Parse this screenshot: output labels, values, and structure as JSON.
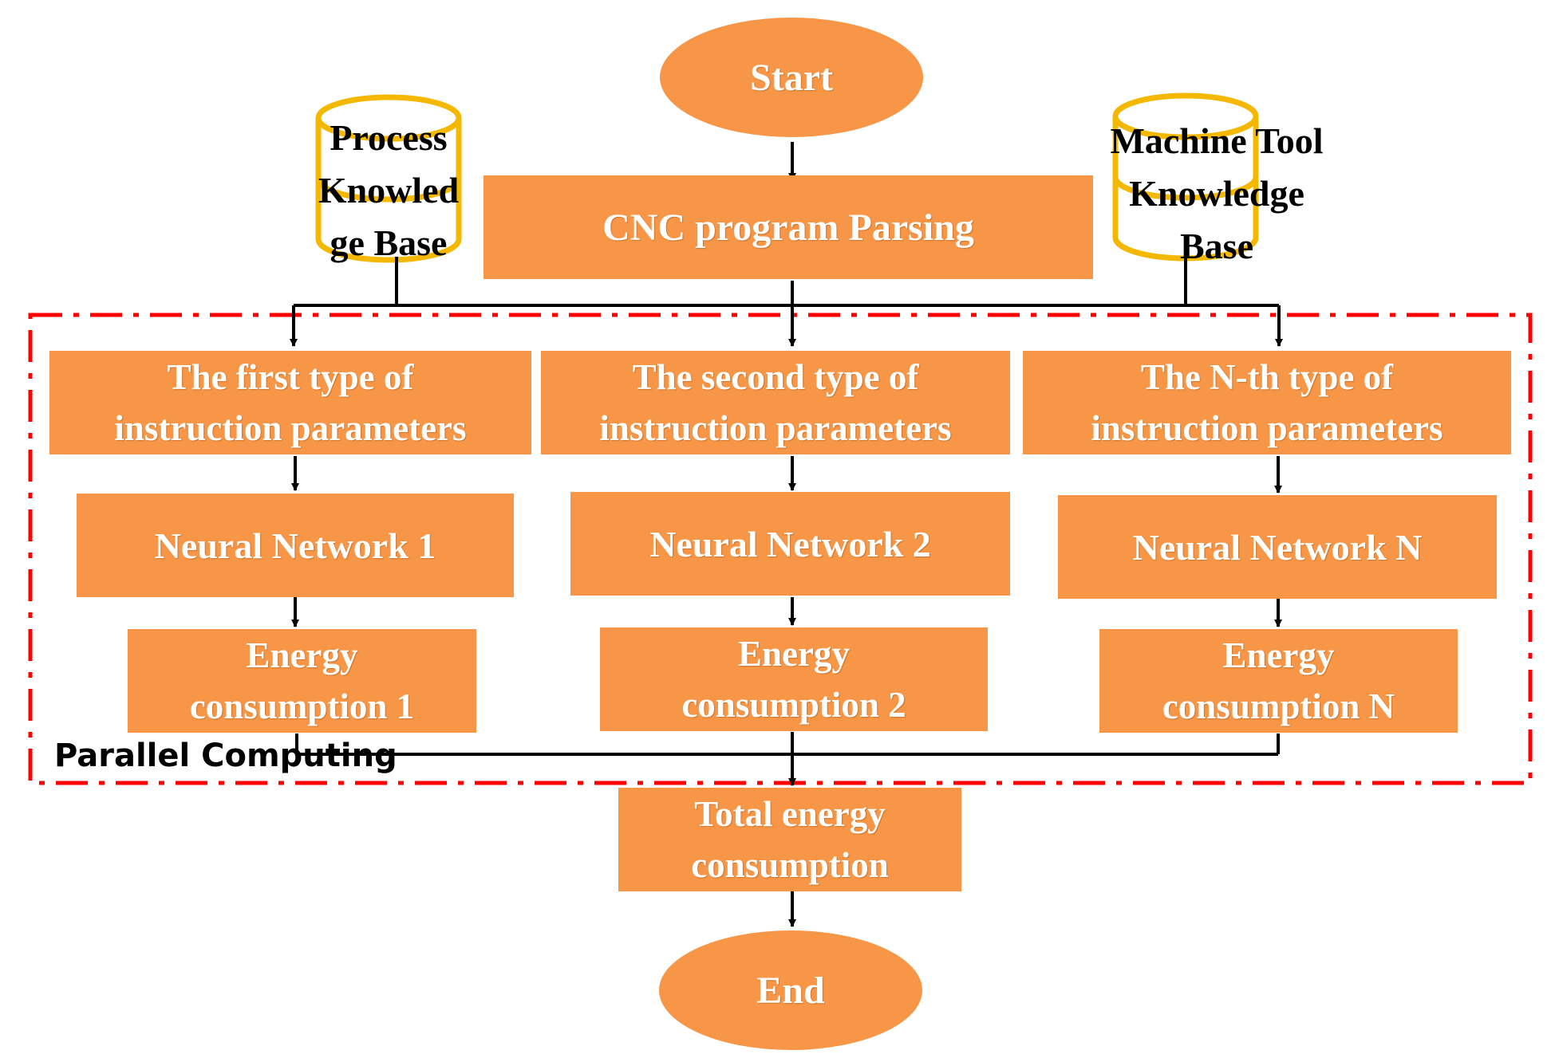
{
  "nodes": {
    "start": "Start",
    "parse": "CNC program Parsing",
    "process_kb": "Process\nKnowled\nge Base",
    "machine_kb": "Machine Tool\nKnowledge\nBase",
    "type1": "The first type of\ninstruction parameters",
    "type2": "The second type of\ninstruction parameters",
    "typeN": "The N-th type of\ninstruction parameters",
    "nn1": "Neural Network 1",
    "nn2": "Neural Network 2",
    "nnN": "Neural Network N",
    "energy1": "Energy\nconsumption 1",
    "energy2": "Energy\nconsumption 2",
    "energyN": "Energy\nconsumption N",
    "total": "Total energy\nconsumption",
    "end": "End"
  },
  "group_label": "Parallel Computing",
  "colors": {
    "box_fill": "#F79646",
    "box_text": "#FFFFFF",
    "database_outline": "#F5B800",
    "group_border": "#FF0000",
    "connector": "#000000"
  }
}
